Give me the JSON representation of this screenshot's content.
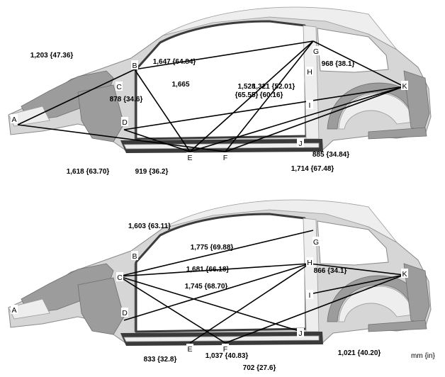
{
  "unit_note": "mm {in}",
  "views": [
    {
      "points": {
        "A": "A",
        "B": "B",
        "C": "C",
        "D": "D",
        "E": "E",
        "F": "F",
        "G": "G",
        "H": "H",
        "I": "I",
        "J": "J",
        "K": "K"
      },
      "measurements": [
        {
          "from": "A",
          "to": "B",
          "label": "1,203 {47.36}"
        },
        {
          "from": "B",
          "to": "G",
          "label": "1,647 {64.84}"
        },
        {
          "from": "B",
          "to": "E",
          "label": "878 {34.6}"
        },
        {
          "from": "D",
          "to": "K",
          "label": "1,665 {65.55}"
        },
        {
          "from": "E",
          "to": "G",
          "label": "1,528 {60.16}"
        },
        {
          "from": "F",
          "to": "G",
          "label": "1,321 {52.01}"
        },
        {
          "from": "G",
          "to": "K",
          "label": "968 {38.1}"
        },
        {
          "from": "A",
          "to": "F",
          "label": "1,618 {63.70}"
        },
        {
          "from": "D",
          "to": "E",
          "label": "919 {36.2}"
        },
        {
          "from": "F",
          "to": "K",
          "label": "885 {34.84}"
        },
        {
          "from": "E",
          "to": "K",
          "label": "1,714 {67.48}"
        }
      ]
    },
    {
      "points": {
        "A": "A",
        "B": "B",
        "C": "C",
        "D": "D",
        "E": "E",
        "F": "F",
        "G": "G",
        "H": "H",
        "I": "I",
        "J": "J",
        "K": "K"
      },
      "measurements": [
        {
          "from": "C",
          "to": "F",
          "label": "1,603 {63.11}"
        },
        {
          "from": "C",
          "to": "G",
          "label": "1,775 {69.88}"
        },
        {
          "from": "C",
          "to": "H",
          "label": "1,681 {66.18}"
        },
        {
          "from": "D",
          "to": "H",
          "label": "1,745 {68.70}"
        },
        {
          "from": "H",
          "to": "K",
          "label": "866 {34.1}"
        },
        {
          "from": "E",
          "to": "H",
          "label": "833 {32.8}"
        },
        {
          "from": "F",
          "to": "K",
          "label": "1,037 {40.83}"
        },
        {
          "from": "C",
          "to": "J",
          "label": "702 {27.6}"
        },
        {
          "from": "I",
          "to": "K",
          "label": "1,021 {40.20}"
        }
      ]
    }
  ]
}
